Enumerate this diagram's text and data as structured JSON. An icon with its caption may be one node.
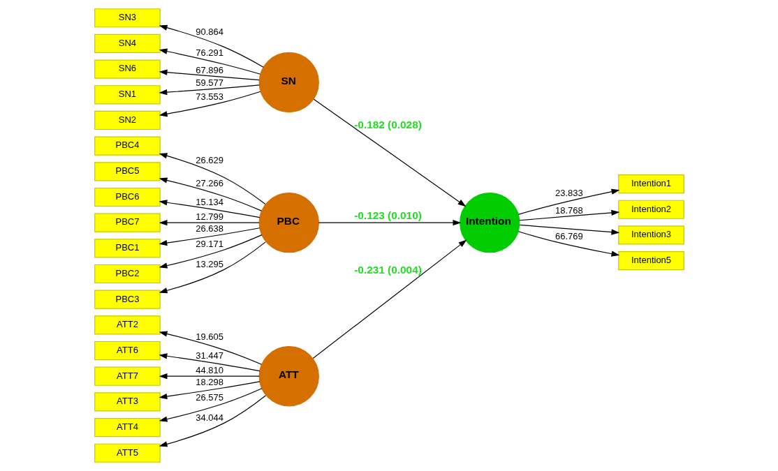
{
  "diagram": {
    "nodes": [
      {
        "text": [
          "ATT2"
        ]
      },
      {
        "text": [
          "ATT3"
        ]
      },
      {
        "text": [
          "ATT4"
        ]
      },
      {
        "text": [
          "ATT5"
        ]
      },
      {
        "text": [
          "ATT6"
        ]
      },
      {
        "text": [
          "ATT7"
        ]
      },
      {
        "text": [
          "ATT"
        ]
      },
      {
        "text": [
          "SN1"
        ]
      },
      {
        "text": [
          "SN2"
        ]
      },
      {
        "text": [
          "SN3"
        ]
      },
      {
        "text": [
          "SN4"
        ]
      },
      {
        "text": [
          "SN6"
        ]
      },
      {
        "text": [
          "SN"
        ]
      },
      {
        "text": [
          "PBC1"
        ]
      },
      {
        "text": [
          "PBC2"
        ]
      },
      {
        "text": [
          "PBC3"
        ]
      },
      {
        "text": [
          "PBC4"
        ]
      },
      {
        "text": [
          "PBC5"
        ]
      },
      {
        "text": [
          "PBC6"
        ]
      },
      {
        "text": [
          "PBC7"
        ]
      },
      {
        "text": [
          "PBC"
        ]
      },
      {
        "text": [
          "Intention"
        ]
      },
      {
        "text": [
          "Intention1"
        ]
      },
      {
        "text": [
          "Intention2"
        ]
      },
      {
        "text": [
          "Intention3"
        ]
      },
      {
        "text": [
          "Intention5"
        ]
      }
    ],
    "edges": [
      {
        "from": 6,
        "to": 0,
        "arrow": "to",
        "label": "19.605"
      },
      {
        "from": 6,
        "to": 1,
        "arrow": "to",
        "label": "18.298"
      },
      {
        "from": 6,
        "to": 2,
        "arrow": "to",
        "label": "26.575"
      },
      {
        "from": 6,
        "to": 3,
        "arrow": "to",
        "label": "34.044"
      },
      {
        "from": 6,
        "to": 4,
        "arrow": "to",
        "label": "31.447"
      },
      {
        "from": 6,
        "to": 5,
        "arrow": "to",
        "label": "44.810"
      },
      {
        "from": 12,
        "to": 7,
        "arrow": "to",
        "label": "59.577"
      },
      {
        "from": 12,
        "to": 8,
        "arrow": "to",
        "label": "73.553"
      },
      {
        "from": 12,
        "to": 9,
        "arrow": "to",
        "label": "90.864"
      },
      {
        "from": 12,
        "to": 10,
        "arrow": "to",
        "label": "76.291"
      },
      {
        "from": 12,
        "to": 11,
        "arrow": "to",
        "label": "67.896"
      },
      {
        "from": 20,
        "to": 13,
        "arrow": "to",
        "label": "26.638"
      },
      {
        "from": 20,
        "to": 14,
        "arrow": "to",
        "label": "29.171"
      },
      {
        "from": 20,
        "to": 15,
        "arrow": "to",
        "label": "13.295"
      },
      {
        "from": 20,
        "to": 16,
        "arrow": "to",
        "label": "26.629"
      },
      {
        "from": 20,
        "to": 17,
        "arrow": "to",
        "label": "27.266"
      },
      {
        "from": 20,
        "to": 18,
        "arrow": "to",
        "label": "15.134"
      },
      {
        "from": 20,
        "to": 19,
        "arrow": "to",
        "label": "12.799"
      },
      {
        "from": 6,
        "to": 21,
        "arrow": "to",
        "label": "-0.231 (0.004)"
      },
      {
        "from": 12,
        "to": 21,
        "arrow": "to",
        "label": "-0.182 (0.028)"
      },
      {
        "from": 20,
        "to": 21,
        "arrow": "to",
        "label": "-0.123 (0.010)"
      },
      {
        "from": 21,
        "to": 22,
        "arrow": "to",
        "label": "23.833"
      },
      {
        "from": 21,
        "to": 23,
        "arrow": "to",
        "label": "18.768"
      },
      {
        "from": 21,
        "to": 24,
        "arrow": "to"
      },
      {
        "from": 21,
        "to": 25,
        "arrow": "to",
        "label": "66.769"
      }
    ]
  }
}
